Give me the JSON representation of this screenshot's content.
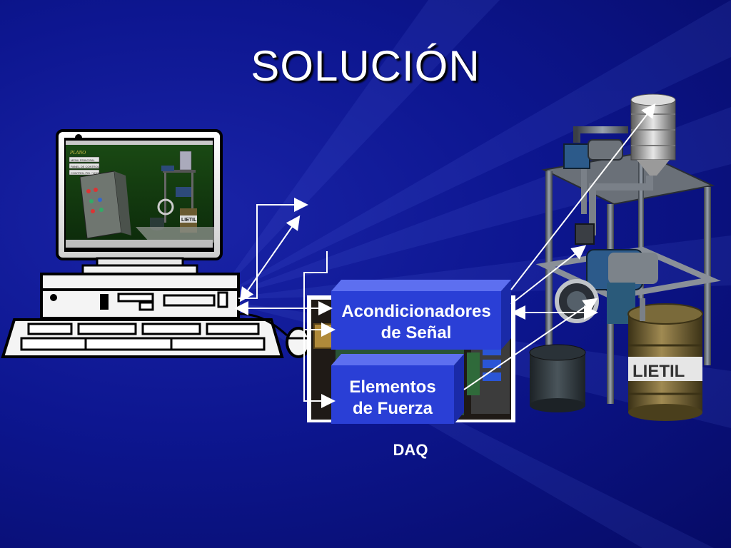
{
  "slide": {
    "title": "SOLUCIÓN",
    "conditioner_label_line1": "Acondicionadores",
    "conditioner_label_line2": "de Señal",
    "power_label_line1": "Elementos",
    "power_label_line2": "de Fuerza",
    "daq_label": "DAQ",
    "drum_label": "LIETIL",
    "screen_drum_label": "LIETIL",
    "screen_title": "PLANO",
    "screen_menu": [
      "MENU PRINCIPAL",
      "PANEL DE CONTROL",
      "CONTROL PID / VISTA"
    ]
  },
  "colors": {
    "background": "#0d1690",
    "box_blue": "#2a3fd6",
    "box_side": "#1a2aa8",
    "arrow": "#ffffff"
  }
}
